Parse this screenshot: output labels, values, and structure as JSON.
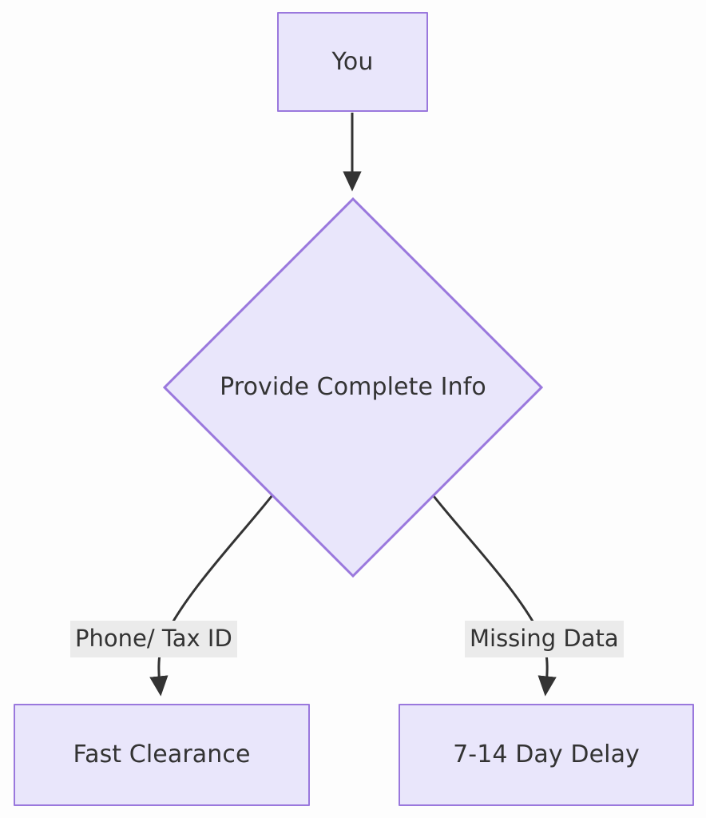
{
  "diagram": {
    "type": "flowchart",
    "direction": "top-down",
    "background_color": "#fdfdfd",
    "node_fill_color": "#e9e6fb",
    "node_border_color": "#9a78dd",
    "edge_color": "#333333",
    "edge_label_background": "#ebebeb",
    "text_color": "#333333",
    "nodes": [
      {
        "id": "you",
        "label": "You",
        "shape": "rectangle"
      },
      {
        "id": "decision",
        "label": "Provide Complete Info",
        "shape": "diamond"
      },
      {
        "id": "fast",
        "label": "Fast Clearance",
        "shape": "rectangle"
      },
      {
        "id": "delay",
        "label": "7-14 Day Delay",
        "shape": "rectangle"
      }
    ],
    "edges": [
      {
        "from": "you",
        "to": "decision",
        "label": ""
      },
      {
        "from": "decision",
        "to": "fast",
        "label": "Phone/ Tax ID"
      },
      {
        "from": "decision",
        "to": "delay",
        "label": "Missing Data"
      }
    ]
  }
}
